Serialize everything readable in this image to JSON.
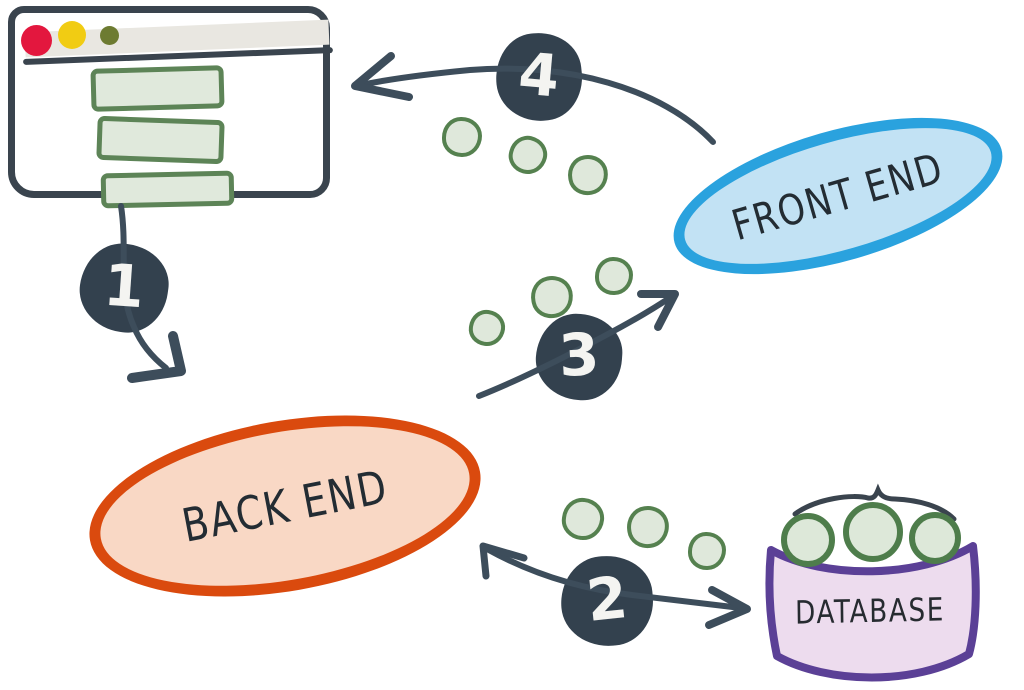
{
  "diagram": {
    "type": "hand-drawn-architecture-flow",
    "nodes": {
      "browser": {
        "kind": "browser-window",
        "traffic_light_colors": [
          "#e3173e",
          "#f1cc13",
          "#6d7b31"
        ],
        "content_bar_count": 3,
        "bar_fill": "#e0e9dc",
        "bar_border": "#5d8457",
        "outline": "#3a444e"
      },
      "front_end": {
        "label": "FRONT END",
        "fill": "#c2e2f4",
        "border": "#2aa2de"
      },
      "back_end": {
        "label": "BACK END",
        "fill": "#f9d8c5",
        "border": "#da4a0e"
      },
      "database": {
        "label": "DATABASE",
        "fill": "#eddcee",
        "border": "#5b4096"
      }
    },
    "steps": [
      {
        "label": "1"
      },
      {
        "label": "2"
      },
      {
        "label": "3"
      },
      {
        "label": "4"
      }
    ],
    "colors": {
      "ink": "#3d4d5b",
      "badge_fill": "#33414e",
      "step_number": "#f4f4f1",
      "packet_dot_fill": "#dfe8db",
      "packet_dot_border": "#55814f"
    }
  }
}
